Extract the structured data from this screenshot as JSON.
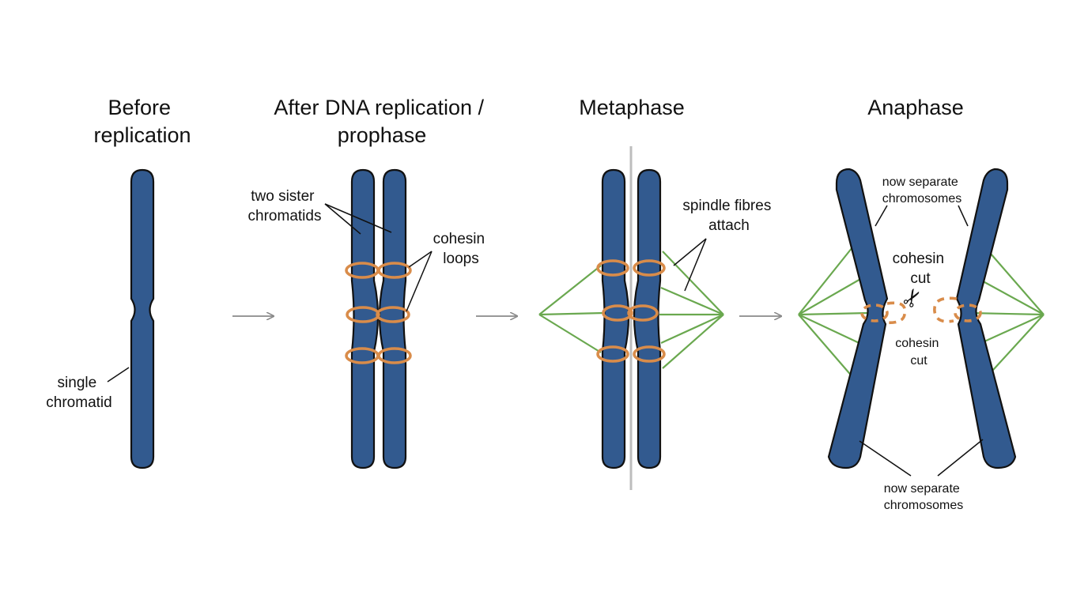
{
  "stages": [
    {
      "title_lines": [
        "Before",
        "replication"
      ]
    },
    {
      "title_lines": [
        "After DNA replication /",
        "prophase"
      ]
    },
    {
      "title_lines": [
        "Metaphase"
      ]
    },
    {
      "title_lines": [
        "Anaphase"
      ]
    }
  ],
  "labels": {
    "single_chromatid": [
      "single",
      "chromatid"
    ],
    "two_sister_chromatids": [
      "two sister",
      "chromatids"
    ],
    "cohesin_loops": [
      "cohesin",
      "loops"
    ],
    "spindle_fibres_attach": [
      "spindle fibres",
      "attach"
    ],
    "now_separate_top": [
      "now separate",
      "chromosomes"
    ],
    "cohesin_cut_top": [
      "cohesin",
      "cut"
    ],
    "cohesin_cut_bottom": [
      "cohesin",
      "cut"
    ],
    "now_separate_bottom": [
      "now separate",
      "chromosomes"
    ]
  },
  "icons": {
    "scissors": "✂"
  },
  "colors": {
    "chromosome": "#325a8f",
    "cohesin": "#d98c4a",
    "spindle_fibre": "#6aa84f",
    "arrow": "#8a8a8a",
    "metaphase_plate": "#bdbdbd"
  }
}
